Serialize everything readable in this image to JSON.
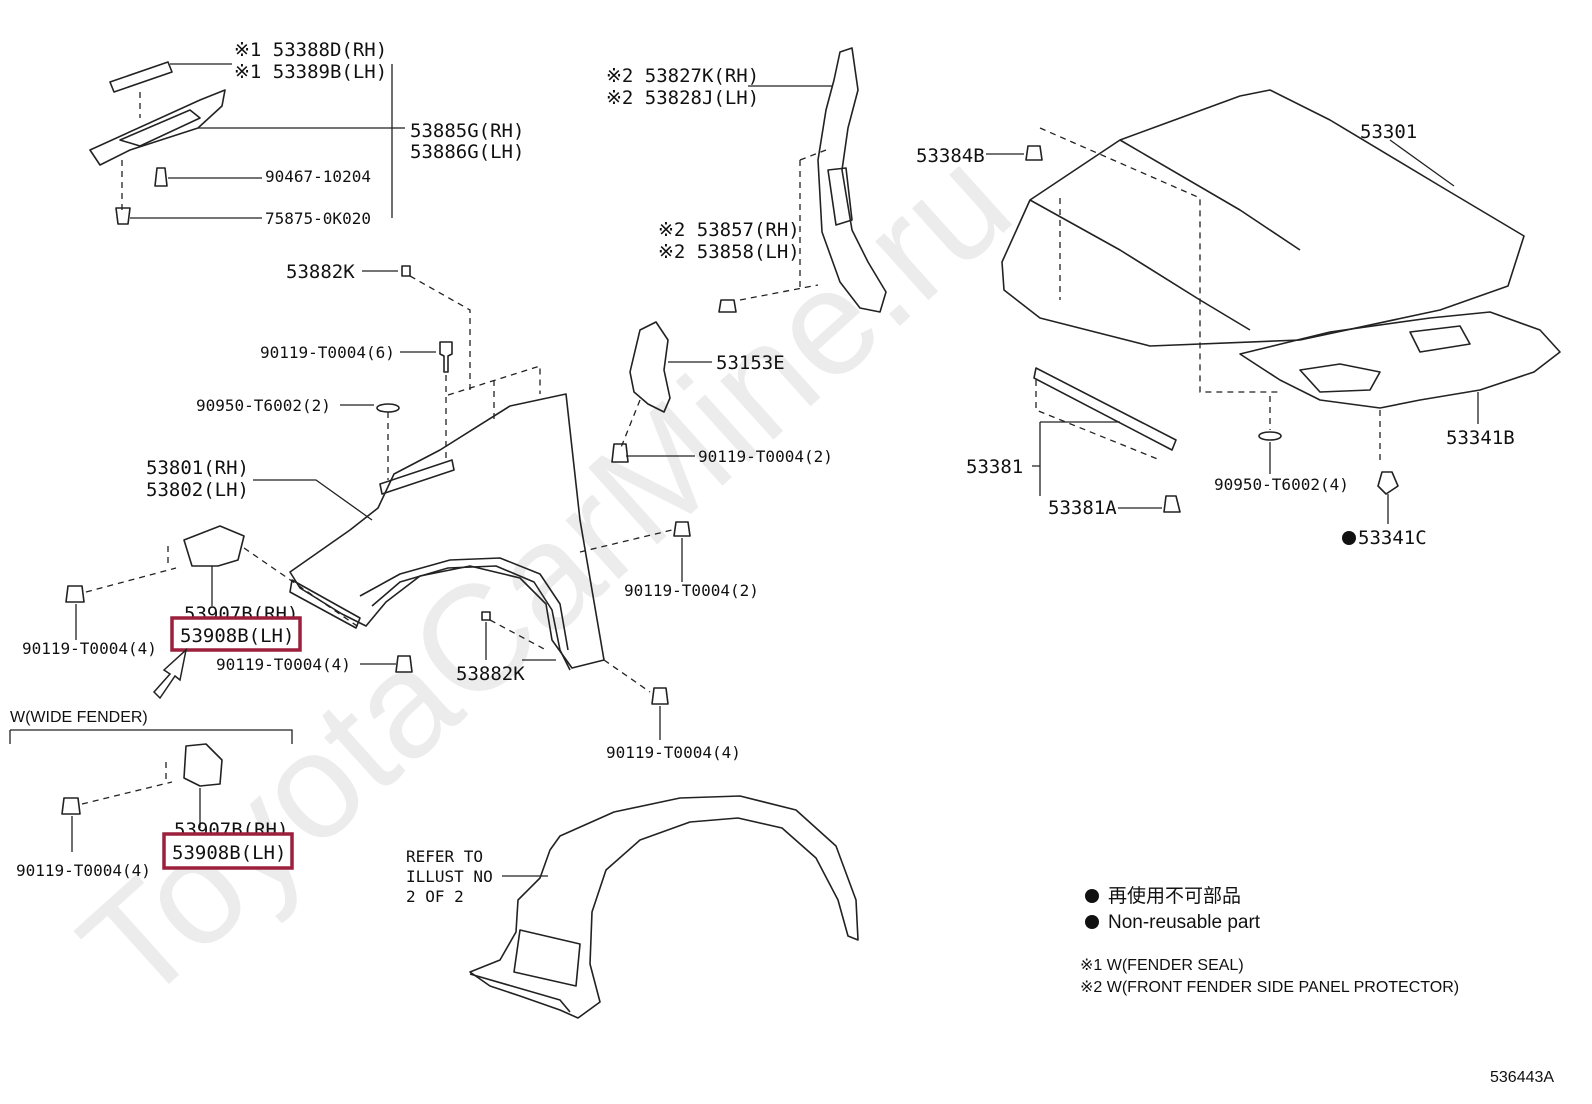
{
  "watermark": "ToyotaCarMine.ru",
  "diagram_id": "536443A",
  "highlight_color": "#9c1f3c",
  "labels": {
    "p53388d": "※1 53388D(RH)",
    "p53389b": "※1 53389B(LH)",
    "p53885g": "53885G(RH)",
    "p53886g": "53886G(LH)",
    "p90467": "90467-10204",
    "p75875": "75875-0K020",
    "p53827k": "※2 53827K(RH)",
    "p53828j": "※2 53828J(LH)",
    "p53857": "※2 53857(RH)",
    "p53858": "※2 53858(LH)",
    "p53882k_top": "53882K",
    "p90119_6": "90119-T0004(6)",
    "p90950_2": "90950-T6002(2)",
    "p53153e": "53153E",
    "p90119_2a": "90119-T0004(2)",
    "p53801": "53801(RH)",
    "p53802": "53802(LH)",
    "p90119_2b": "90119-T0004(2)",
    "p53907b_1": "53907B(RH)",
    "p53908b_1": "53908B(LH)",
    "p90119_4a": "90119-T0004(4)",
    "p90119_4b": "90119-T0004(4)",
    "p53882k_bot": "53882K",
    "p90119_4c": "90119-T0004(4)",
    "wide_fender": "W(WIDE FENDER)",
    "p53907b_2": "53907B(RH)",
    "p53908b_2": "53908B(LH)",
    "p90119_4d": "90119-T0004(4)",
    "refer_1": "REFER TO",
    "refer_2": "ILLUST NO",
    "refer_3": "2 OF 2",
    "p53384b": "53384B",
    "p53301": "53301",
    "p53341b": "53341B",
    "p53381": "53381",
    "p53381a": "53381A",
    "p90950_4": "90950-T6002(4)",
    "p53341c": "53341C"
  },
  "legend": {
    "non_reusable_jp": "再使用不可部品",
    "non_reusable_en": "Non-reusable part",
    "note1": "※1 W(FENDER SEAL)",
    "note2": "※2 W(FRONT FENDER SIDE PANEL PROTECTOR)"
  }
}
